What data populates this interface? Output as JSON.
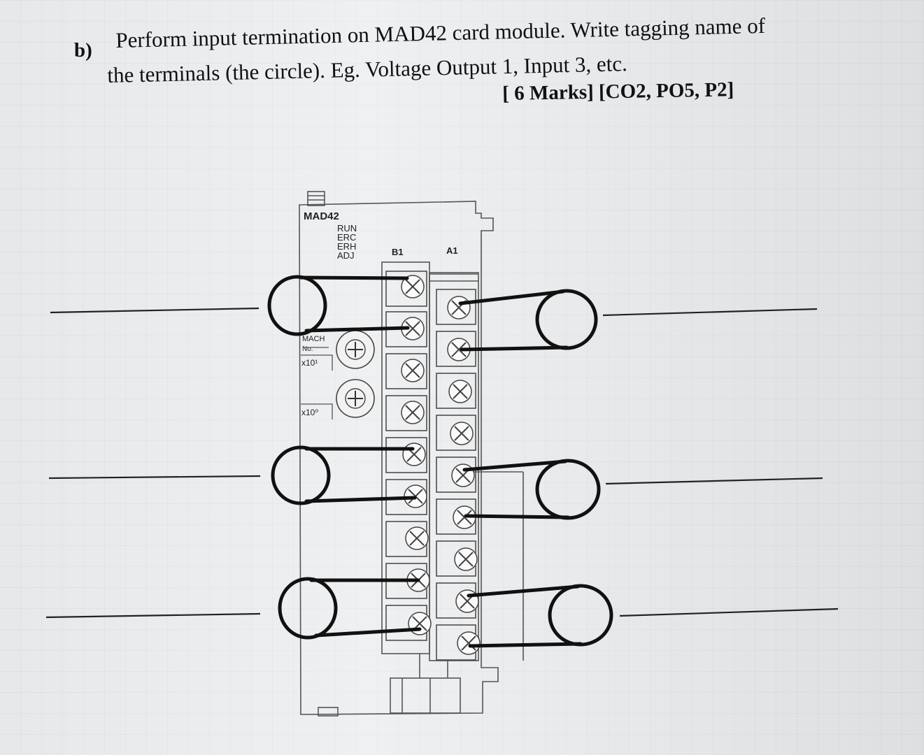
{
  "question": {
    "label": "b)",
    "line1": "Perform input termination on MAD42 card module. Write tagging name of",
    "line2": "the terminals (the circle). Eg. Voltage Output 1, Input 3, etc.",
    "marks": "[ 6 Marks] [CO2, PO5, P2]"
  },
  "module": {
    "name": "MAD42",
    "leds": [
      "RUN",
      "ERC",
      "ERH",
      "ADJ"
    ],
    "mach_label": "MACH",
    "no_label": "No.",
    "switch1_label": "x10¹",
    "switch2_label": "x10⁰",
    "column_b": "B1",
    "column_a": "A1"
  },
  "answer_lines": {
    "left": [
      "",
      "",
      ""
    ],
    "right": [
      "",
      "",
      ""
    ]
  }
}
